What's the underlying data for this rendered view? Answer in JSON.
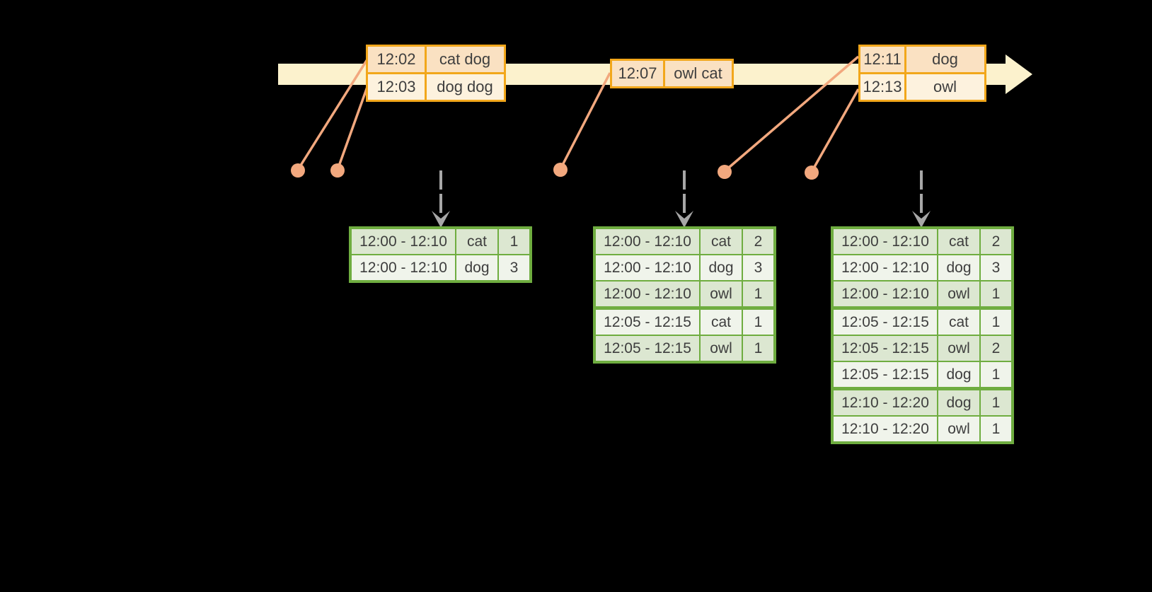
{
  "diagram_title": "",
  "icons": [
    "timeline-arrow-icon",
    "event-dot-icon",
    "trigger-down-arrow-icon"
  ],
  "colors": {
    "background": "#000000",
    "timeline_band": "#FCF2CD",
    "event_table_border": "#F2A71B",
    "event_row_fill": "#FAE1C2",
    "event_row_fill_alt": "#FDF2DE",
    "leader_line": "#F2A87E",
    "trigger_arrow_gray": "#A7A7A7",
    "result_table_border": "#6FAD40",
    "result_row_fill": "#DCE7D1",
    "result_row_fill_alt": "#F0F4EB",
    "text": "#3E3E3E"
  },
  "event_tables": [
    {
      "rows": [
        {
          "time": "12:02",
          "words": "cat dog"
        },
        {
          "time": "12:03",
          "words": "dog dog"
        }
      ]
    },
    {
      "rows": [
        {
          "time": "12:07",
          "words": "owl cat"
        }
      ]
    },
    {
      "rows": [
        {
          "time": "12:11",
          "words": "dog"
        },
        {
          "time": "12:13",
          "words": "owl"
        }
      ]
    }
  ],
  "result_tables": [
    {
      "rows": [
        {
          "window": "12:00 - 12:10",
          "word": "cat",
          "count": "1"
        },
        {
          "window": "12:00 - 12:10",
          "word": "dog",
          "count": "3"
        }
      ]
    },
    {
      "rows": [
        {
          "window": "12:00 - 12:10",
          "word": "cat",
          "count": "2"
        },
        {
          "window": "12:00 - 12:10",
          "word": "dog",
          "count": "3"
        },
        {
          "window": "12:00 - 12:10",
          "word": "owl",
          "count": "1"
        },
        {
          "window": "12:05 - 12:15",
          "word": "cat",
          "count": "1"
        },
        {
          "window": "12:05 - 12:15",
          "word": "owl",
          "count": "1"
        }
      ]
    },
    {
      "rows": [
        {
          "window": "12:00 - 12:10",
          "word": "cat",
          "count": "2"
        },
        {
          "window": "12:00 - 12:10",
          "word": "dog",
          "count": "3"
        },
        {
          "window": "12:00 - 12:10",
          "word": "owl",
          "count": "1"
        },
        {
          "window": "12:05 - 12:15",
          "word": "cat",
          "count": "1"
        },
        {
          "window": "12:05 - 12:15",
          "word": "owl",
          "count": "2"
        },
        {
          "window": "12:05 - 12:15",
          "word": "dog",
          "count": "1"
        },
        {
          "window": "12:10 - 12:20",
          "word": "dog",
          "count": "1"
        },
        {
          "window": "12:10 - 12:20",
          "word": "owl",
          "count": "1"
        }
      ]
    }
  ]
}
